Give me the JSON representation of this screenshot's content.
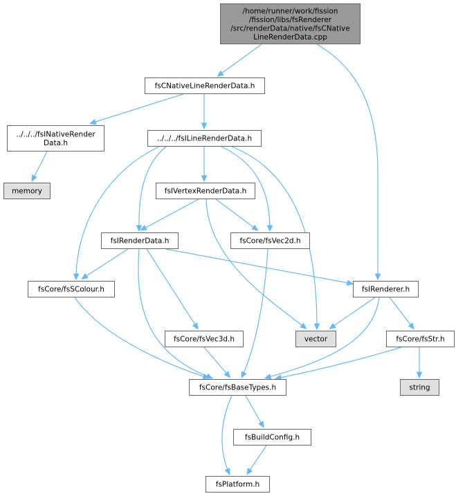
{
  "graph": {
    "nodes": {
      "root": {
        "lines": [
          "/home/runner/work/fission",
          "/fission/libs/fsRenderer",
          "/src/renderData/native/fsCNative",
          "LineRenderData.cpp"
        ],
        "kind": "root"
      },
      "fsCNativeLineRenderData": {
        "lines": [
          "fsCNativeLineRenderData.h"
        ],
        "kind": "file"
      },
      "fsINativeRenderData": {
        "lines": [
          "../../../fsINativeRender",
          "Data.h"
        ],
        "kind": "file"
      },
      "fsILineRenderData": {
        "lines": [
          "../../../fsILineRenderData.h"
        ],
        "kind": "file"
      },
      "memory": {
        "lines": [
          "memory"
        ],
        "kind": "system"
      },
      "fsIVertexRenderData": {
        "lines": [
          "fsIVertexRenderData.h"
        ],
        "kind": "file"
      },
      "fsIRenderData": {
        "lines": [
          "fsIRenderData.h"
        ],
        "kind": "file"
      },
      "fsVec2d": {
        "lines": [
          "fsCore/fsVec2d.h"
        ],
        "kind": "file"
      },
      "fsSColour": {
        "lines": [
          "fsCore/fsSColour.h"
        ],
        "kind": "file"
      },
      "fsIRenderer": {
        "lines": [
          "fsIRenderer.h"
        ],
        "kind": "file"
      },
      "fsVec3d": {
        "lines": [
          "fsCore/fsVec3d.h"
        ],
        "kind": "file"
      },
      "vector": {
        "lines": [
          "vector"
        ],
        "kind": "system"
      },
      "fsStr": {
        "lines": [
          "fsCore/fsStr.h"
        ],
        "kind": "file"
      },
      "fsBaseTypes": {
        "lines": [
          "fsCore/fsBaseTypes.h"
        ],
        "kind": "file"
      },
      "string": {
        "lines": [
          "string"
        ],
        "kind": "system"
      },
      "fsBuildConfig": {
        "lines": [
          "fsBuildConfig.h"
        ],
        "kind": "file"
      },
      "fsPlatform": {
        "lines": [
          "fsPlatform.h"
        ],
        "kind": "file"
      }
    },
    "edges": [
      [
        "root",
        "fsCNativeLineRenderData"
      ],
      [
        "root",
        "fsIRenderer"
      ],
      [
        "fsCNativeLineRenderData",
        "fsINativeRenderData"
      ],
      [
        "fsCNativeLineRenderData",
        "fsILineRenderData"
      ],
      [
        "fsINativeRenderData",
        "memory"
      ],
      [
        "fsILineRenderData",
        "fsIVertexRenderData"
      ],
      [
        "fsILineRenderData",
        "fsIRenderData"
      ],
      [
        "fsILineRenderData",
        "fsVec2d"
      ],
      [
        "fsILineRenderData",
        "fsSColour"
      ],
      [
        "fsILineRenderData",
        "vector"
      ],
      [
        "fsIVertexRenderData",
        "fsIRenderData"
      ],
      [
        "fsIVertexRenderData",
        "fsVec2d"
      ],
      [
        "fsIVertexRenderData",
        "vector"
      ],
      [
        "fsIRenderData",
        "fsSColour"
      ],
      [
        "fsIRenderData",
        "fsIRenderer"
      ],
      [
        "fsIRenderData",
        "fsVec3d"
      ],
      [
        "fsIRenderData",
        "fsBaseTypes"
      ],
      [
        "fsVec2d",
        "fsBaseTypes"
      ],
      [
        "fsSColour",
        "fsBaseTypes"
      ],
      [
        "fsIRenderer",
        "vector"
      ],
      [
        "fsIRenderer",
        "fsStr"
      ],
      [
        "fsIRenderer",
        "fsBaseTypes"
      ],
      [
        "fsVec3d",
        "fsBaseTypes"
      ],
      [
        "fsStr",
        "fsBaseTypes"
      ],
      [
        "fsStr",
        "string"
      ],
      [
        "fsBaseTypes",
        "fsBuildConfig"
      ],
      [
        "fsBaseTypes",
        "fsPlatform"
      ],
      [
        "fsBuildConfig",
        "fsPlatform"
      ]
    ]
  },
  "colors": {
    "root_fill": "#999999",
    "file_fill": "#ffffff",
    "system_fill": "#e0e0e0",
    "border": "#666666",
    "edge": "#63b8ff"
  }
}
